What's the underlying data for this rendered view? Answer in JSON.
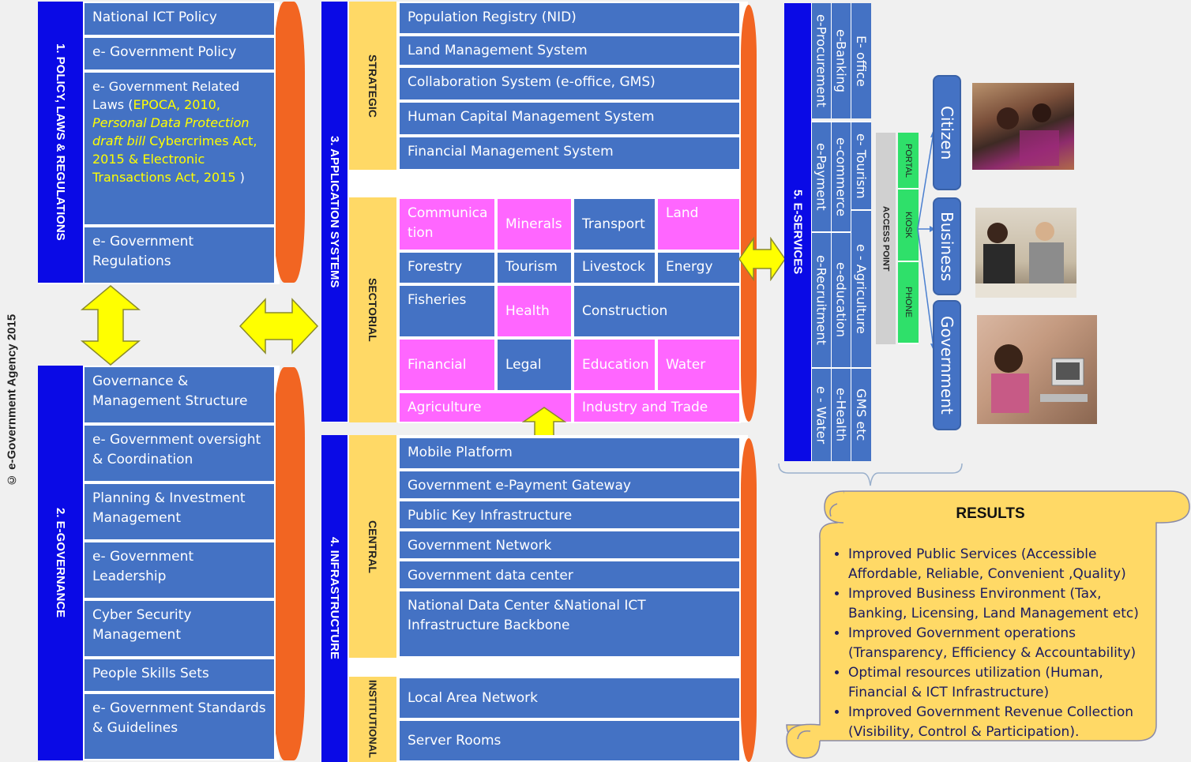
{
  "copyright": "© e-Government Agency 2015",
  "section1": {
    "title": "1.   POLICY, LAWS & REGULATIONS",
    "items": [
      "National ICT Policy",
      "e- Government Policy",
      "",
      "e- Government Regulations"
    ],
    "laws": {
      "prefix": "e- Government Related Laws (",
      "h1": "EPOCA, 2010, ",
      "h2": "Personal Data Protection draft bill",
      "h3": " Cybercrimes Act, 2015  & Electronic Transactions Act, 2015",
      "suffix": " )"
    }
  },
  "section2": {
    "title": "2. E-GOVERNANCE",
    "items": [
      "Governance & Management Structure",
      "e- Government oversight & Coordination",
      " Planning & Investment Management",
      "e- Government Leadership",
      "Cyber Security Management",
      "People Skills Sets",
      "e- Government Standards & Guidelines"
    ]
  },
  "section3": {
    "title": "3.  APPLICATION SYSTEMS",
    "strategic_label": "STRATEGIC",
    "strategic": [
      "Population Registry (NID)",
      "Land Management System",
      "Collaboration System (e-office, GMS)",
      "Human Capital Management System",
      "Financial Management System"
    ],
    "sectorial_label": "SECTORIAL",
    "sectorial": [
      "Communica tion",
      "Minerals",
      "Transport",
      "Land",
      "Forestry",
      "Tourism",
      "Livestock",
      "Energy",
      "Fisheries",
      "Health",
      "Construction",
      "Financial",
      "Legal",
      "Education",
      "Water",
      "Agriculture",
      "Industry and Trade"
    ]
  },
  "section4": {
    "title": "4. INFRASTRUCTURE",
    "central_label": "CENTRAL",
    "central": [
      "Mobile Platform",
      "Government e-Payment Gateway",
      "Public Key Infrastructure",
      "Government Network",
      "Government data center",
      "National Data Center &National ICT Infrastructure Backbone"
    ],
    "institutional_label": "INSTITUTIONAL",
    "institutional": [
      "Local Area Network",
      "Server Rooms"
    ]
  },
  "section5": {
    "title": "5. E-SERVICES",
    "top_cols": [
      "e-Procurement",
      "e-Banking",
      "E- office"
    ],
    "bottom_cols": [
      [
        "e-Payment",
        "e-Recruitment",
        "e - Water"
      ],
      [
        "e-commerce",
        "e-education",
        "e-Health"
      ],
      [
        "e- Tourism",
        "e - Agriculture",
        "GMS etc"
      ]
    ],
    "access_point": "ACCESS POINT",
    "channels": [
      "PORTAL",
      "KIOSK",
      "PHONE"
    ],
    "audiences": [
      "Citizen",
      "Business",
      "Government"
    ]
  },
  "results": {
    "title": "RESULTS",
    "items": [
      "Improved  Public Services (Accessible Affordable, Reliable, Convenient ,Quality)",
      "Improved Business Environment (Tax, Banking, Licensing, Land Management etc)",
      "Improved Government operations (Transparency, Efficiency & Accountability)",
      "Optimal resources utilization (Human, Financial & ICT Infrastructure)",
      "Improved Government Revenue Collection (Visibility, Control & Participation)."
    ]
  },
  "colors": {
    "blue_bar": "#0a0ae6",
    "cell": "#4472c4",
    "pink": "#ff66ff",
    "yellow": "#ffd966",
    "orange": "#f26522",
    "green": "#2fe06a",
    "arrow": "#ffff00"
  }
}
